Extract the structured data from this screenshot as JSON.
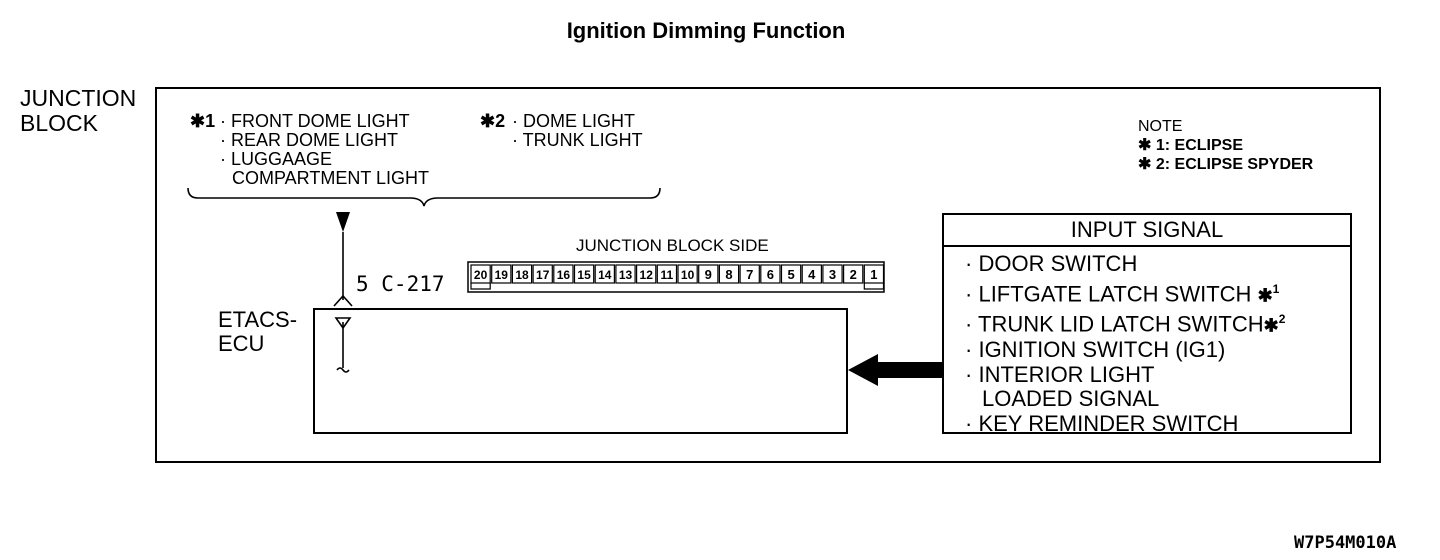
{
  "title": "Ignition Dimming Function",
  "junction_block": {
    "label_line1": "JUNCTION",
    "label_line2": "BLOCK"
  },
  "lights": {
    "group1_marker": "✱",
    "group1_num": "1",
    "group1_items": [
      "FRONT DOME LIGHT",
      "REAR DOME LIGHT",
      "LUGGAAGE",
      "COMPARTMENT LIGHT"
    ],
    "group2_marker": "✱",
    "group2_num": "2",
    "group2_items": [
      "DOME LIGHT",
      "TRUNK LIGHT"
    ]
  },
  "note": {
    "heading": "NOTE",
    "note1": "✱ 1: ECLIPSE",
    "note2": "✱ 2: ECLIPSE SPYDER"
  },
  "connector_id": "5 C-217",
  "ecu": {
    "label_line1": "ETACS-",
    "label_line2": "ECU"
  },
  "junction_block_side": {
    "label": "JUNCTION BLOCK SIDE",
    "pins": [
      "20",
      "19",
      "18",
      "17",
      "16",
      "15",
      "14",
      "13",
      "12",
      "11",
      "10",
      "9",
      "8",
      "7",
      "6",
      "5",
      "4",
      "3",
      "2",
      "1"
    ]
  },
  "input_signal": {
    "heading": "INPUT SIGNAL",
    "items": [
      "DOOR SWITCH",
      "LIFTGATE LATCH SWITCH",
      "TRUNK LID LATCH SWITCH",
      "IGNITION SWITCH (IG1)",
      "INTERIOR LIGHT",
      "LOADED SIGNAL",
      "KEY REMINDER SWITCH"
    ],
    "item1_note": "1",
    "item2_note": "2"
  },
  "footer_code": "W7P54M010A"
}
